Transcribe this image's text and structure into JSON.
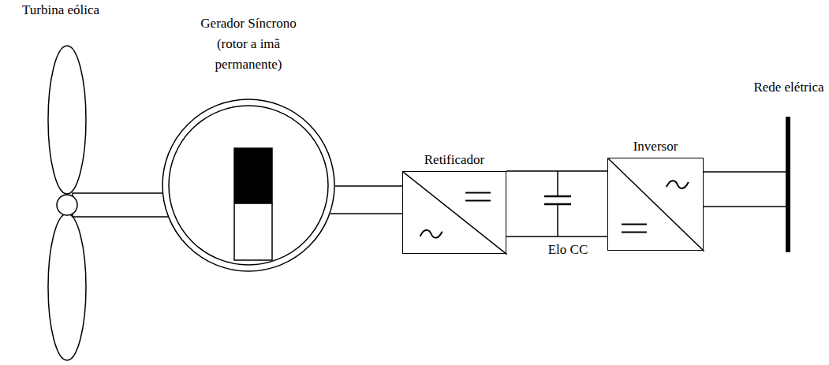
{
  "diagram": {
    "nodes": [
      {
        "text": [
          "Gerador Síncrono (rotor a imã permanente)"
        ]
      },
      {
        "text": [
          "Retificador"
        ]
      },
      {
        "text": [
          "Inversor"
        ]
      }
    ],
    "edges": [
      {
        "from": 0,
        "to": 1,
        "arrow": "none"
      },
      {
        "from": 1,
        "to": 2,
        "arrow": "none"
      }
    ],
    "labels": [
      "Turbina eólica",
      "Elo CC",
      "Rede elétrica"
    ]
  }
}
